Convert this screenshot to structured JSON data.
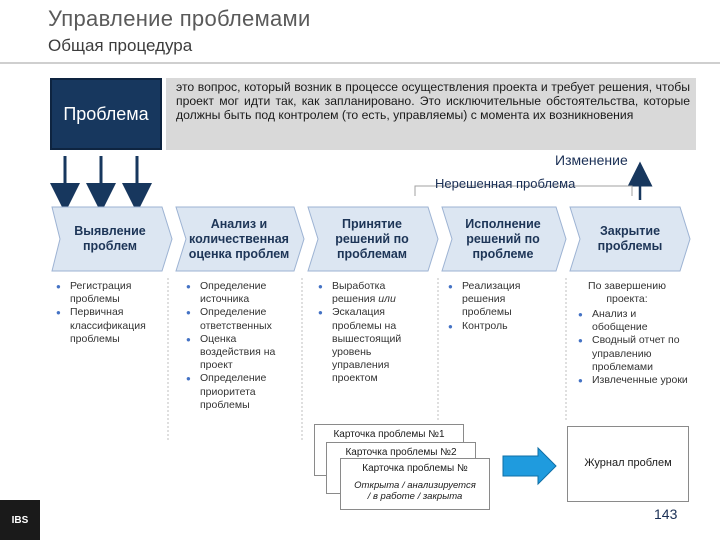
{
  "header": {
    "title": "Управление проблемами",
    "subtitle": "Общая процедура"
  },
  "problem": {
    "label": "Проблема",
    "definition": "это вопрос, который возник в процессе осуществления проекта и требует решения, чтобы проект мог идти так, как запланировано. Это исключительные обстоятельства, которые должны быть под контролем (то есть, управляемы) с момента их возникновения"
  },
  "flow_labels": {
    "change": "Изменение",
    "unresolved": "Нерешенная  проблема"
  },
  "stages": [
    {
      "line1": "Выявление",
      "line2": "проблем",
      "line3": ""
    },
    {
      "line1": "Анализ и",
      "line2": "количественная",
      "line3": "оценка проблем"
    },
    {
      "line1": "Принятие",
      "line2": "решений по",
      "line3": "проблемам"
    },
    {
      "line1": "Исполнение",
      "line2": "решений по",
      "line3": "проблеме"
    },
    {
      "line1": "Закрытие",
      "line2": "проблемы",
      "line3": ""
    }
  ],
  "stage_details": {
    "identify": [
      "Регистрация проблемы",
      "Первичная классификация проблемы"
    ],
    "analyze": [
      "Определение источника",
      "Определение ответственных",
      "Оценка воздействия на проект",
      "Определение приоритета проблемы"
    ],
    "decide_1": "Выработка решения",
    "decide_1_suffix": "или",
    "decide_2": "Эскалация проблемы на вышестоящий уровень управления проектом",
    "execute": [
      "Реализация решения проблемы",
      "Контроль"
    ],
    "close_intro": "По завершению проекта:",
    "close": [
      "Анализ и обобщение",
      "Сводный отчет по управлению проблемами",
      "Извлеченные уроки"
    ]
  },
  "cards": {
    "card1": "Карточка проблемы №1",
    "card2": "Карточка проблемы №2",
    "card3": "Карточка проблемы №",
    "status_line1": "Открыта / анализируется",
    "status_line2": "/ в работе / закрыта"
  },
  "journal": "Журнал проблем",
  "footer": {
    "logo": "IBS",
    "page_number": "143"
  },
  "colors": {
    "navy": "#17375e",
    "stage_fill": "#dce6f2",
    "bullet": "#4472c4",
    "arrow": "#1f9bde"
  }
}
